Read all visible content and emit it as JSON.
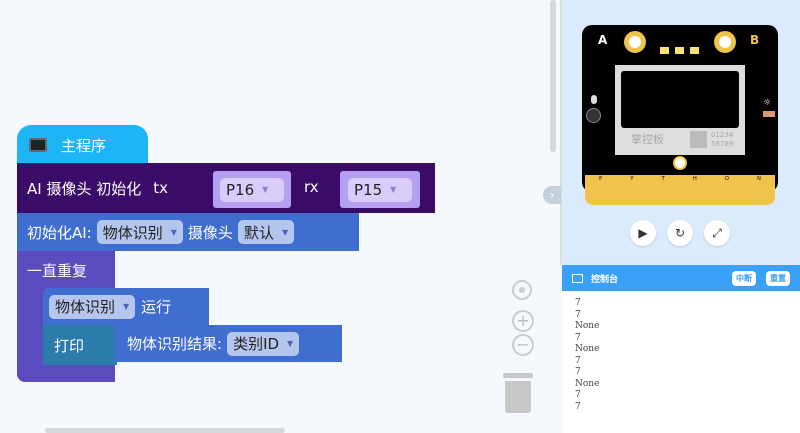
{
  "blocks": {
    "main": {
      "label": "主程序"
    },
    "ai_init": {
      "label": "AI 摄像头 初始化",
      "tx_label": "tx",
      "tx_value": "P16",
      "rx_label": "rx",
      "rx_value": "P15"
    },
    "init_ai": {
      "label": "初始化AI:",
      "mode": "物体识别",
      "camera_label": "摄像头",
      "camera_value": "默认"
    },
    "loop": {
      "label": "一直重复"
    },
    "run": {
      "mode": "物体识别",
      "label": "运行"
    },
    "print": {
      "label": "打印",
      "result_label": "物体识别结果:",
      "result_value": "类别ID"
    }
  },
  "board": {
    "button_a": "A",
    "button_b": "B",
    "logo_text": "掌控板",
    "serial_top": "01234",
    "serial_bottom": "56789",
    "python_letters": [
      "P",
      "Y",
      "T",
      "H",
      "O",
      "N"
    ]
  },
  "console": {
    "title": "控制台",
    "interrupt_label": "中断",
    "reset_label": "重置",
    "lines": [
      "7",
      "7",
      "None",
      "7",
      "None",
      "7",
      "7",
      "None",
      "7",
      "7"
    ]
  },
  "colors": {
    "hat": "#1db5f6",
    "ai_init": "#3a0b69",
    "init_ai": "#3f6dd0",
    "loop": "#5a4bbf",
    "print": "#2b7caa",
    "console_header": "#3aa0f8"
  }
}
